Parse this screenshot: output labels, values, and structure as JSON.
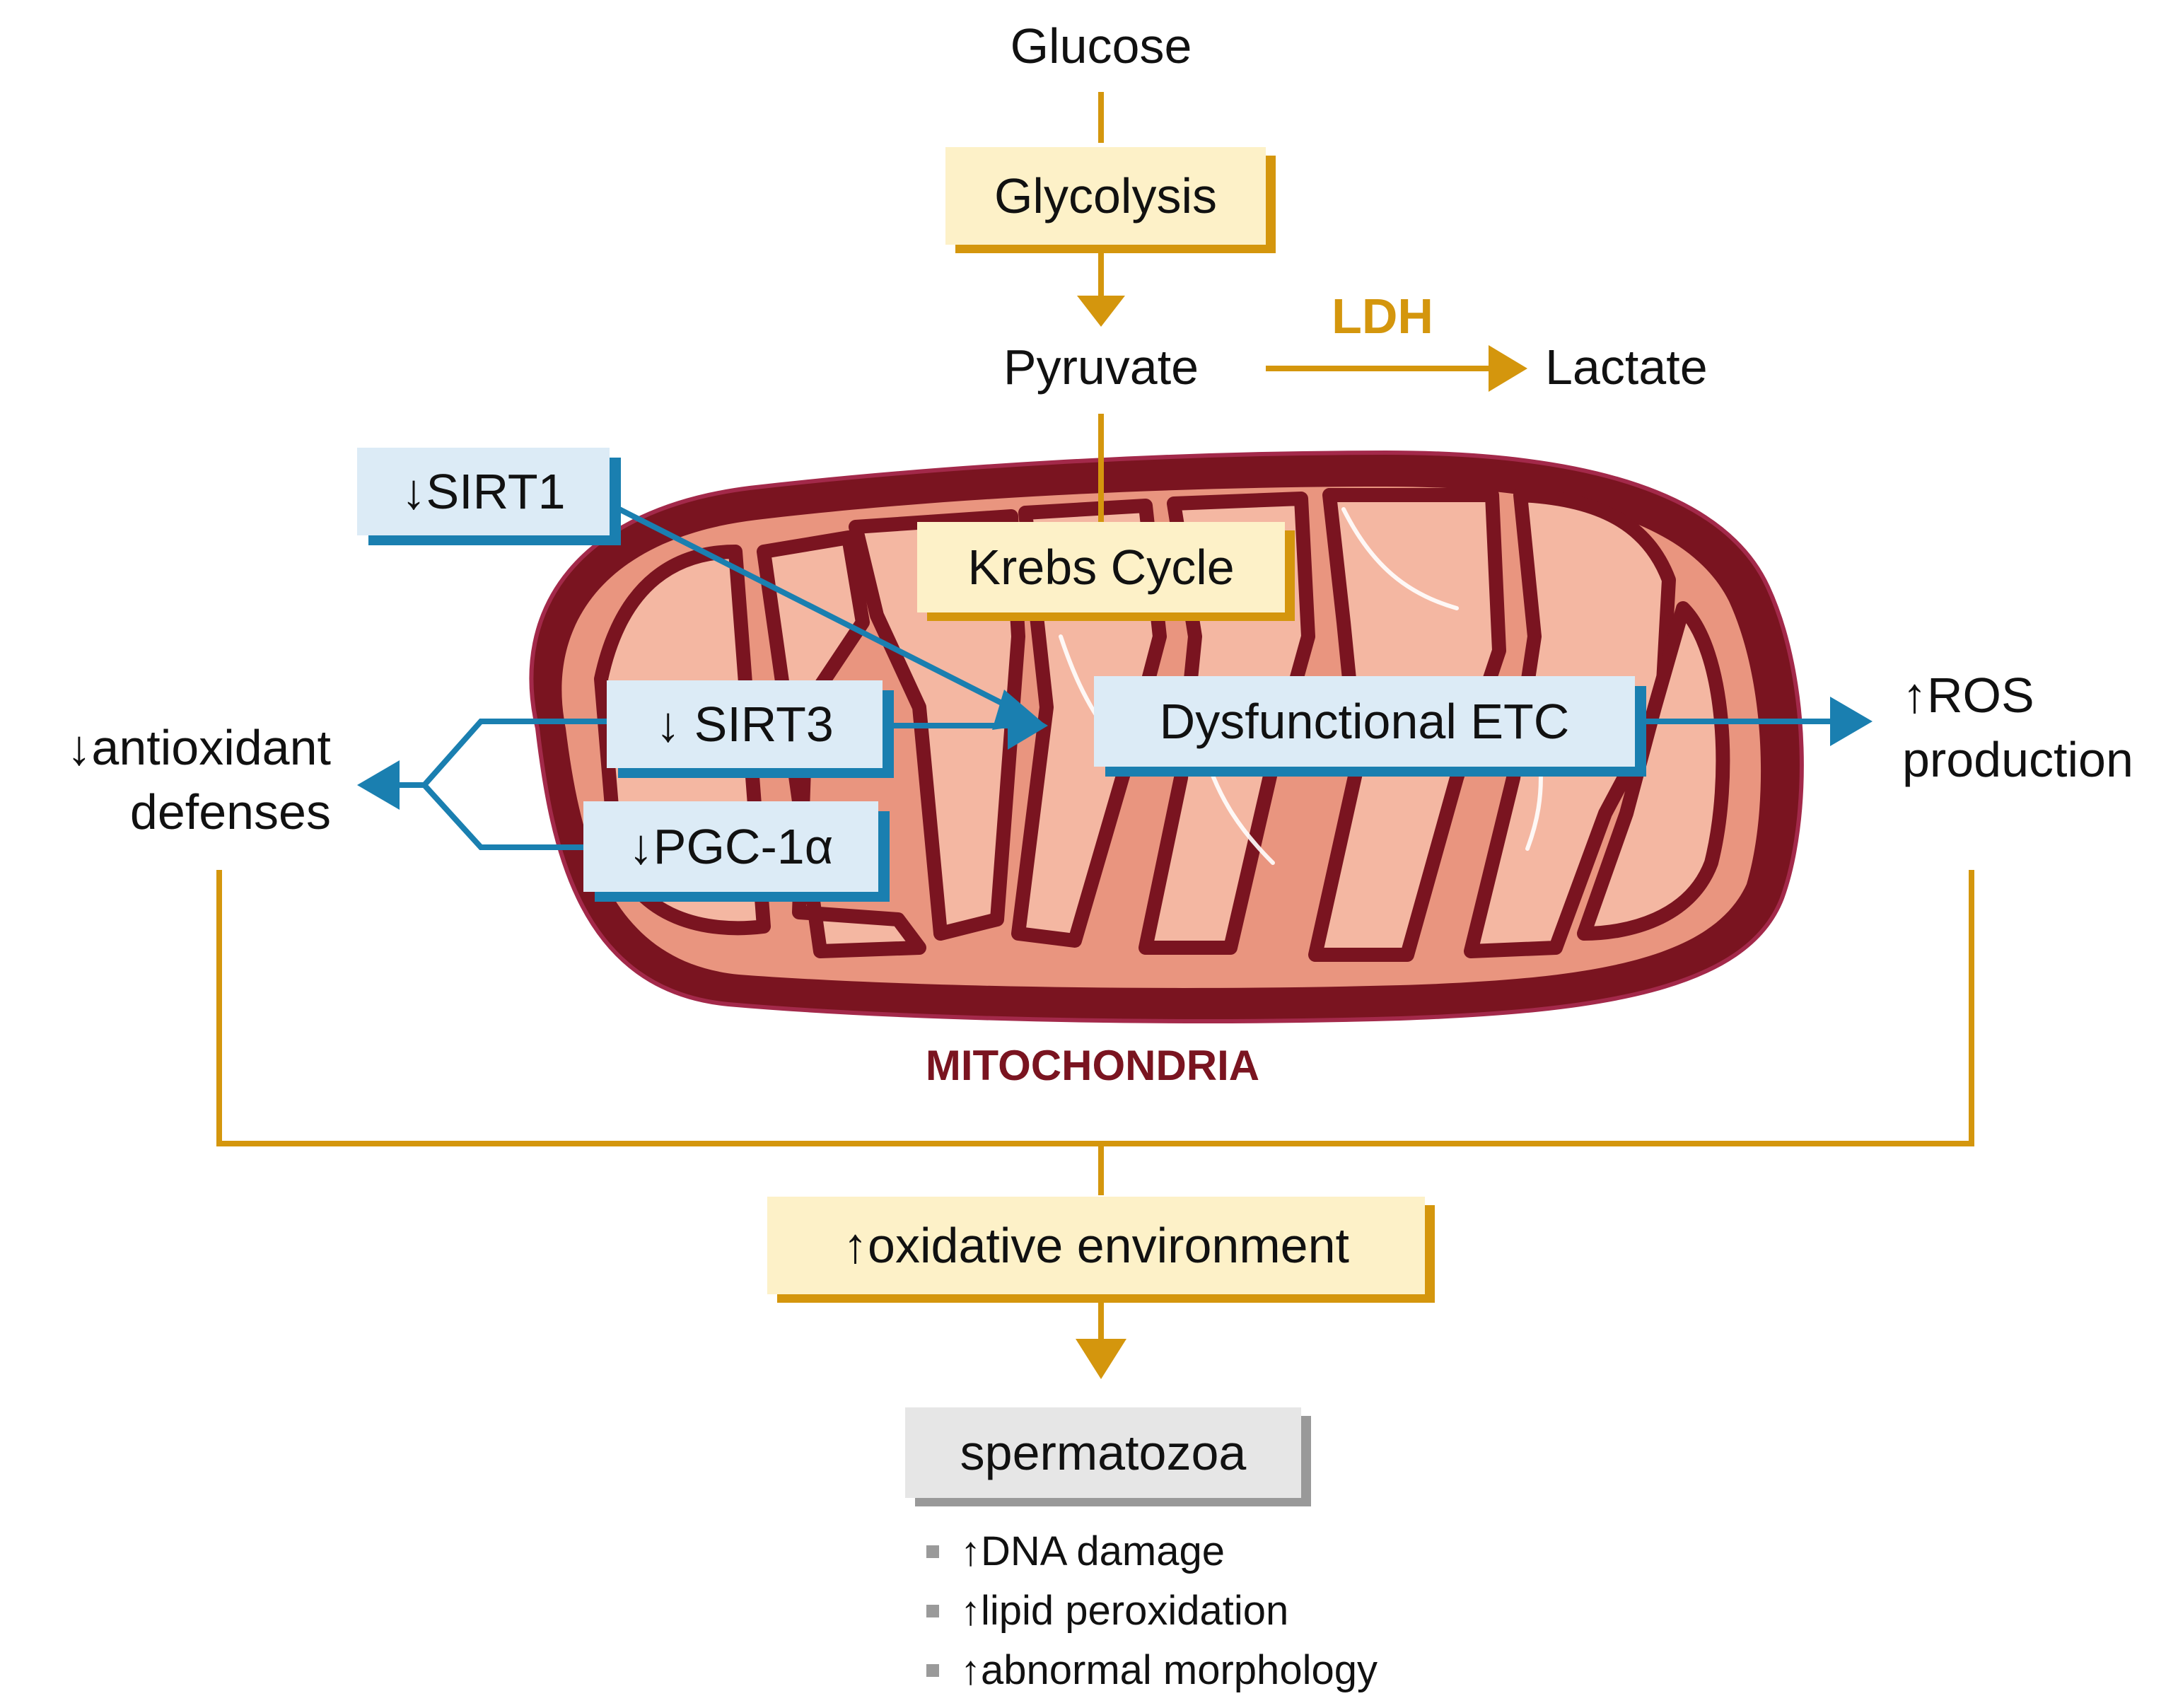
{
  "colors": {
    "gold": "#d4960d",
    "blue": "#1a7fb0",
    "maroon": "#7a1420",
    "mito_membrane": "#6e1018",
    "mito_fill": "#eea08a",
    "mito_chamber": "#f3b5a0"
  },
  "pathway": {
    "glucose": "Glucose",
    "glycolysis": "Glycolysis",
    "pyruvate": "Pyruvate",
    "ldh": "LDH",
    "lactate": "Lactate",
    "krebs": "Krebs Cycle"
  },
  "regulators": {
    "sirt1": "↓SIRT1",
    "sirt3": "↓ SIRT3",
    "pgc1a": "↓PGC-1α"
  },
  "etc": "Dysfunctional ETC",
  "outcomes": {
    "antioxidant": [
      "↓antioxidant",
      "defenses"
    ],
    "ros": [
      "↑ROS",
      "production"
    ]
  },
  "organelle_label": "MITOCHONDRIA",
  "oxidative": "↑oxidative environment",
  "spermatozoa": {
    "title": "spermatozoa",
    "effects": [
      "↑DNA damage",
      "↑lipid peroxidation",
      "↑abnormal morphology"
    ]
  }
}
